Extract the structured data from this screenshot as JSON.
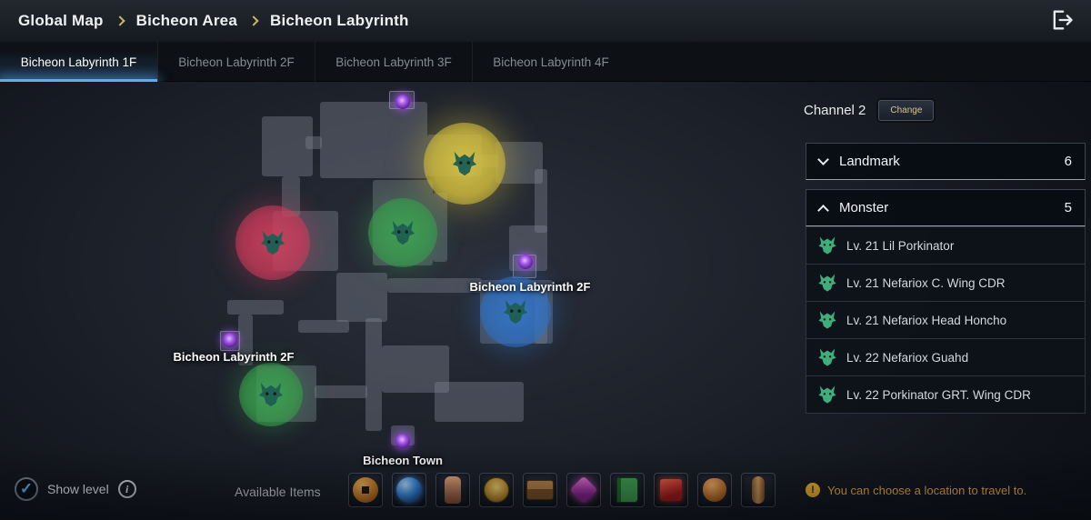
{
  "header": {
    "breadcrumb": {
      "items": [
        "Global Map",
        "Bicheon Area",
        "Bicheon Labyrinth"
      ]
    }
  },
  "tabs": [
    {
      "label": "Bicheon Labyrinth 1F",
      "active": true
    },
    {
      "label": "Bicheon Labyrinth 2F",
      "active": false
    },
    {
      "label": "Bicheon Labyrinth 3F",
      "active": false
    },
    {
      "label": "Bicheon Labyrinth 4F",
      "active": false
    }
  ],
  "map": {
    "labels": [
      {
        "text": "Bicheon Labyrinth 2F"
      },
      {
        "text": "Bicheon Labyrinth 2F"
      },
      {
        "text": "Bicheon Town"
      }
    ],
    "zones": [
      {
        "name": "monster-zone-yellow",
        "color": "#cdb93c"
      },
      {
        "name": "monster-zone-red",
        "color": "#ce3a5a"
      },
      {
        "name": "monster-zone-green",
        "color": "#38a04c"
      },
      {
        "name": "monster-zone-blue",
        "color": "#2e70c4"
      },
      {
        "name": "monster-zone-green-2",
        "color": "#38a04c"
      }
    ],
    "portal_color": "#9b4fd8"
  },
  "sidebar": {
    "channel_label": "Channel 2",
    "change_button": "Change",
    "sections": [
      {
        "label": "Landmark",
        "count": "6",
        "expanded": false
      },
      {
        "label": "Monster",
        "count": "5",
        "expanded": true
      }
    ],
    "monsters": [
      {
        "name": "Lv. 21 Lil Porkinator"
      },
      {
        "name": "Lv. 21 Nefariox C. Wing CDR"
      },
      {
        "name": "Lv. 21 Nefariox Head Honcho"
      },
      {
        "name": "Lv. 22 Nefariox Guahd"
      },
      {
        "name": "Lv. 22 Porkinator GRT. Wing CDR"
      }
    ],
    "notice": "You can choose a location to travel to."
  },
  "footer": {
    "show_level_label": "Show level",
    "available_items_label": "Available Items",
    "items": [
      {
        "name": "copper-coin",
        "color": "#d8832a"
      },
      {
        "name": "blue-orb",
        "color": "#2f8fe0"
      },
      {
        "name": "doll-figure",
        "color": "#c98a6a"
      },
      {
        "name": "gold-medal",
        "color": "#d8a83a"
      },
      {
        "name": "treasure-chest",
        "color": "#9a6a3a"
      },
      {
        "name": "magenta-gem",
        "color": "#c040a0"
      },
      {
        "name": "green-book",
        "color": "#3a9a4a"
      },
      {
        "name": "red-cube",
        "color": "#d03030"
      },
      {
        "name": "clay-pot",
        "color": "#e08a3a"
      },
      {
        "name": "bronze-scroll",
        "color": "#a87848"
      }
    ]
  },
  "glyphs": {
    "check": "✓",
    "info": "i",
    "alert": "!"
  },
  "colors": {
    "accent_blue": "#57aef0",
    "warning_yellow": "#f2ae3a"
  }
}
